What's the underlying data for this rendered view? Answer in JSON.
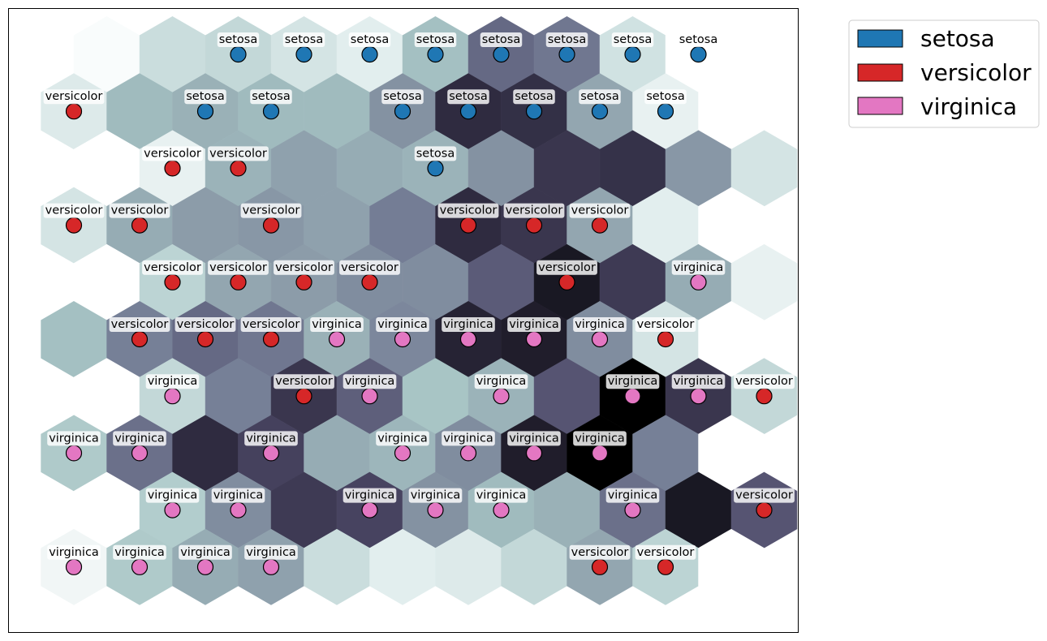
{
  "chart_data": {
    "type": "heatmap",
    "title": "",
    "xlabel": "",
    "ylabel": "",
    "grid": false,
    "layout": "hexagonal",
    "rows": 10,
    "cols": 11,
    "intensity_scale": [
      0,
      1
    ],
    "intensity": [
      [
        0.02,
        0.18,
        0.2,
        0.15,
        0.1,
        0.3,
        0.62,
        0.58,
        0.16,
        0.0,
        0.0
      ],
      [
        0.12,
        0.32,
        0.36,
        0.32,
        0.32,
        0.48,
        0.85,
        0.83,
        0.4,
        0.08,
        0.0
      ],
      [
        0.0,
        0.08,
        0.35,
        0.42,
        0.38,
        0.35,
        0.48,
        0.8,
        0.82,
        0.46,
        0.15
      ],
      [
        0.15,
        0.38,
        0.44,
        0.46,
        0.42,
        0.56,
        0.85,
        0.8,
        0.4,
        0.1,
        0.0
      ],
      [
        0.0,
        0.22,
        0.4,
        0.44,
        0.5,
        0.5,
        0.66,
        0.92,
        0.78,
        0.38,
        0.08
      ],
      [
        0.3,
        0.55,
        0.62,
        0.58,
        0.36,
        0.52,
        0.88,
        0.9,
        0.5,
        0.15,
        0.0
      ],
      [
        0.0,
        0.2,
        0.55,
        0.8,
        0.65,
        0.28,
        0.35,
        0.68,
        1.0,
        0.8,
        0.2
      ],
      [
        0.26,
        0.6,
        0.85,
        0.75,
        0.38,
        0.34,
        0.5,
        0.9,
        1.0,
        0.55,
        0.0
      ],
      [
        0.0,
        0.25,
        0.5,
        0.78,
        0.74,
        0.48,
        0.32,
        0.36,
        0.6,
        0.92,
        0.68
      ],
      [
        0.05,
        0.26,
        0.38,
        0.42,
        0.18,
        0.1,
        0.12,
        0.2,
        0.4,
        0.22,
        0.0
      ]
    ],
    "markers": [
      {
        "row": 0,
        "col": 2,
        "label": "setosa"
      },
      {
        "row": 0,
        "col": 3,
        "label": "setosa"
      },
      {
        "row": 0,
        "col": 4,
        "label": "setosa"
      },
      {
        "row": 0,
        "col": 5,
        "label": "setosa"
      },
      {
        "row": 0,
        "col": 6,
        "label": "setosa"
      },
      {
        "row": 0,
        "col": 7,
        "label": "setosa"
      },
      {
        "row": 0,
        "col": 8,
        "label": "setosa"
      },
      {
        "row": 0,
        "col": 9,
        "label": "setosa"
      },
      {
        "row": 1,
        "col": 0,
        "label": "versicolor"
      },
      {
        "row": 1,
        "col": 2,
        "label": "setosa"
      },
      {
        "row": 1,
        "col": 3,
        "label": "setosa"
      },
      {
        "row": 1,
        "col": 5,
        "label": "setosa"
      },
      {
        "row": 1,
        "col": 6,
        "label": "setosa"
      },
      {
        "row": 1,
        "col": 7,
        "label": "setosa"
      },
      {
        "row": 1,
        "col": 8,
        "label": "setosa"
      },
      {
        "row": 1,
        "col": 9,
        "label": "setosa"
      },
      {
        "row": 2,
        "col": 1,
        "label": "versicolor"
      },
      {
        "row": 2,
        "col": 2,
        "label": "versicolor"
      },
      {
        "row": 2,
        "col": 5,
        "label": "setosa"
      },
      {
        "row": 3,
        "col": 0,
        "label": "versicolor"
      },
      {
        "row": 3,
        "col": 1,
        "label": "versicolor"
      },
      {
        "row": 3,
        "col": 3,
        "label": "versicolor"
      },
      {
        "row": 3,
        "col": 6,
        "label": "versicolor"
      },
      {
        "row": 3,
        "col": 7,
        "label": "versicolor"
      },
      {
        "row": 3,
        "col": 8,
        "label": "versicolor"
      },
      {
        "row": 4,
        "col": 1,
        "label": "versicolor"
      },
      {
        "row": 4,
        "col": 2,
        "label": "versicolor"
      },
      {
        "row": 4,
        "col": 3,
        "label": "versicolor"
      },
      {
        "row": 4,
        "col": 4,
        "label": "versicolor"
      },
      {
        "row": 4,
        "col": 7,
        "label": "versicolor"
      },
      {
        "row": 4,
        "col": 9,
        "label": "virginica"
      },
      {
        "row": 5,
        "col": 1,
        "label": "versicolor"
      },
      {
        "row": 5,
        "col": 2,
        "label": "versicolor"
      },
      {
        "row": 5,
        "col": 3,
        "label": "versicolor"
      },
      {
        "row": 5,
        "col": 4,
        "label": "virginica"
      },
      {
        "row": 5,
        "col": 5,
        "label": "virginica"
      },
      {
        "row": 5,
        "col": 6,
        "label": "virginica"
      },
      {
        "row": 5,
        "col": 7,
        "label": "virginica"
      },
      {
        "row": 5,
        "col": 8,
        "label": "virginica"
      },
      {
        "row": 5,
        "col": 9,
        "label": "versicolor"
      },
      {
        "row": 6,
        "col": 1,
        "label": "virginica"
      },
      {
        "row": 6,
        "col": 3,
        "label": "versicolor"
      },
      {
        "row": 6,
        "col": 4,
        "label": "virginica"
      },
      {
        "row": 6,
        "col": 6,
        "label": "virginica"
      },
      {
        "row": 6,
        "col": 8,
        "label": "virginica"
      },
      {
        "row": 6,
        "col": 9,
        "label": "virginica"
      },
      {
        "row": 6,
        "col": 10,
        "label": "versicolor"
      },
      {
        "row": 7,
        "col": 0,
        "label": "virginica"
      },
      {
        "row": 7,
        "col": 1,
        "label": "virginica"
      },
      {
        "row": 7,
        "col": 3,
        "label": "virginica"
      },
      {
        "row": 7,
        "col": 5,
        "label": "virginica"
      },
      {
        "row": 7,
        "col": 6,
        "label": "virginica"
      },
      {
        "row": 7,
        "col": 7,
        "label": "virginica"
      },
      {
        "row": 7,
        "col": 8,
        "label": "virginica"
      },
      {
        "row": 8,
        "col": 1,
        "label": "virginica"
      },
      {
        "row": 8,
        "col": 2,
        "label": "virginica"
      },
      {
        "row": 8,
        "col": 4,
        "label": "virginica"
      },
      {
        "row": 8,
        "col": 5,
        "label": "virginica"
      },
      {
        "row": 8,
        "col": 6,
        "label": "virginica"
      },
      {
        "row": 8,
        "col": 8,
        "label": "virginica"
      },
      {
        "row": 8,
        "col": 10,
        "label": "versicolor"
      },
      {
        "row": 9,
        "col": 0,
        "label": "virginica"
      },
      {
        "row": 9,
        "col": 1,
        "label": "virginica"
      },
      {
        "row": 9,
        "col": 2,
        "label": "virginica"
      },
      {
        "row": 9,
        "col": 3,
        "label": "virginica"
      },
      {
        "row": 9,
        "col": 8,
        "label": "versicolor"
      },
      {
        "row": 9,
        "col": 9,
        "label": "versicolor"
      }
    ],
    "legend": {
      "placement": "top-right-outside",
      "entries": [
        {
          "name": "setosa",
          "color": "#1f77b4"
        },
        {
          "name": "versicolor",
          "color": "#d62728"
        },
        {
          "name": "virginica",
          "color": "#e377c2"
        }
      ]
    },
    "colormap": [
      "#ffffff",
      "#d6e6e6",
      "#a6c4c4",
      "#8e9fab",
      "#727a93",
      "#4d4867",
      "#2d2a3e",
      "#000000"
    ]
  }
}
